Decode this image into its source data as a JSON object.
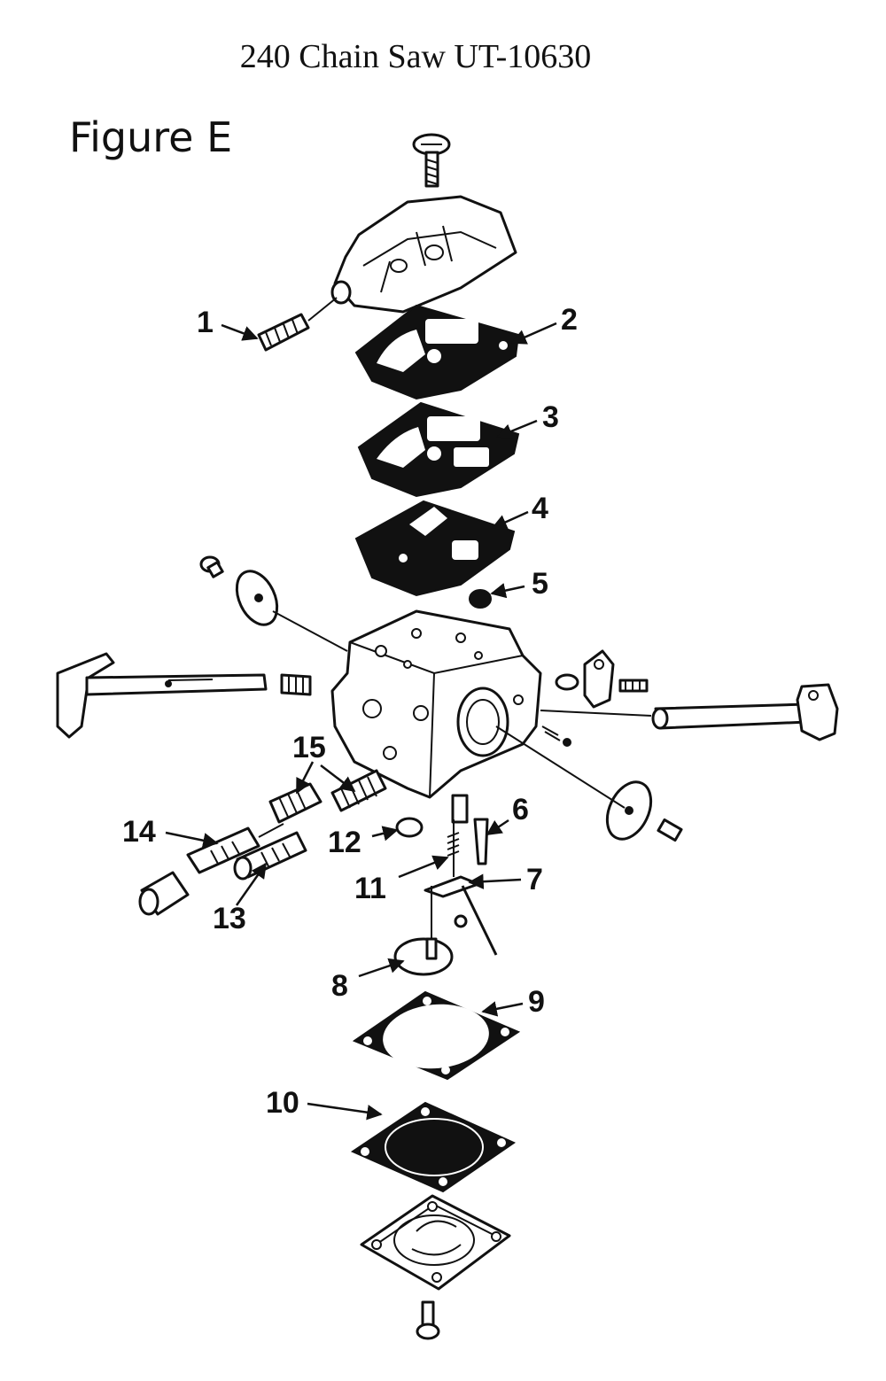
{
  "header": {
    "title": "240 Chain Saw UT-10630",
    "figure_label": "Figure E"
  },
  "callouts": [
    "1",
    "2",
    "3",
    "4",
    "5",
    "6",
    "7",
    "8",
    "9",
    "10",
    "11",
    "12",
    "13",
    "14",
    "15"
  ]
}
